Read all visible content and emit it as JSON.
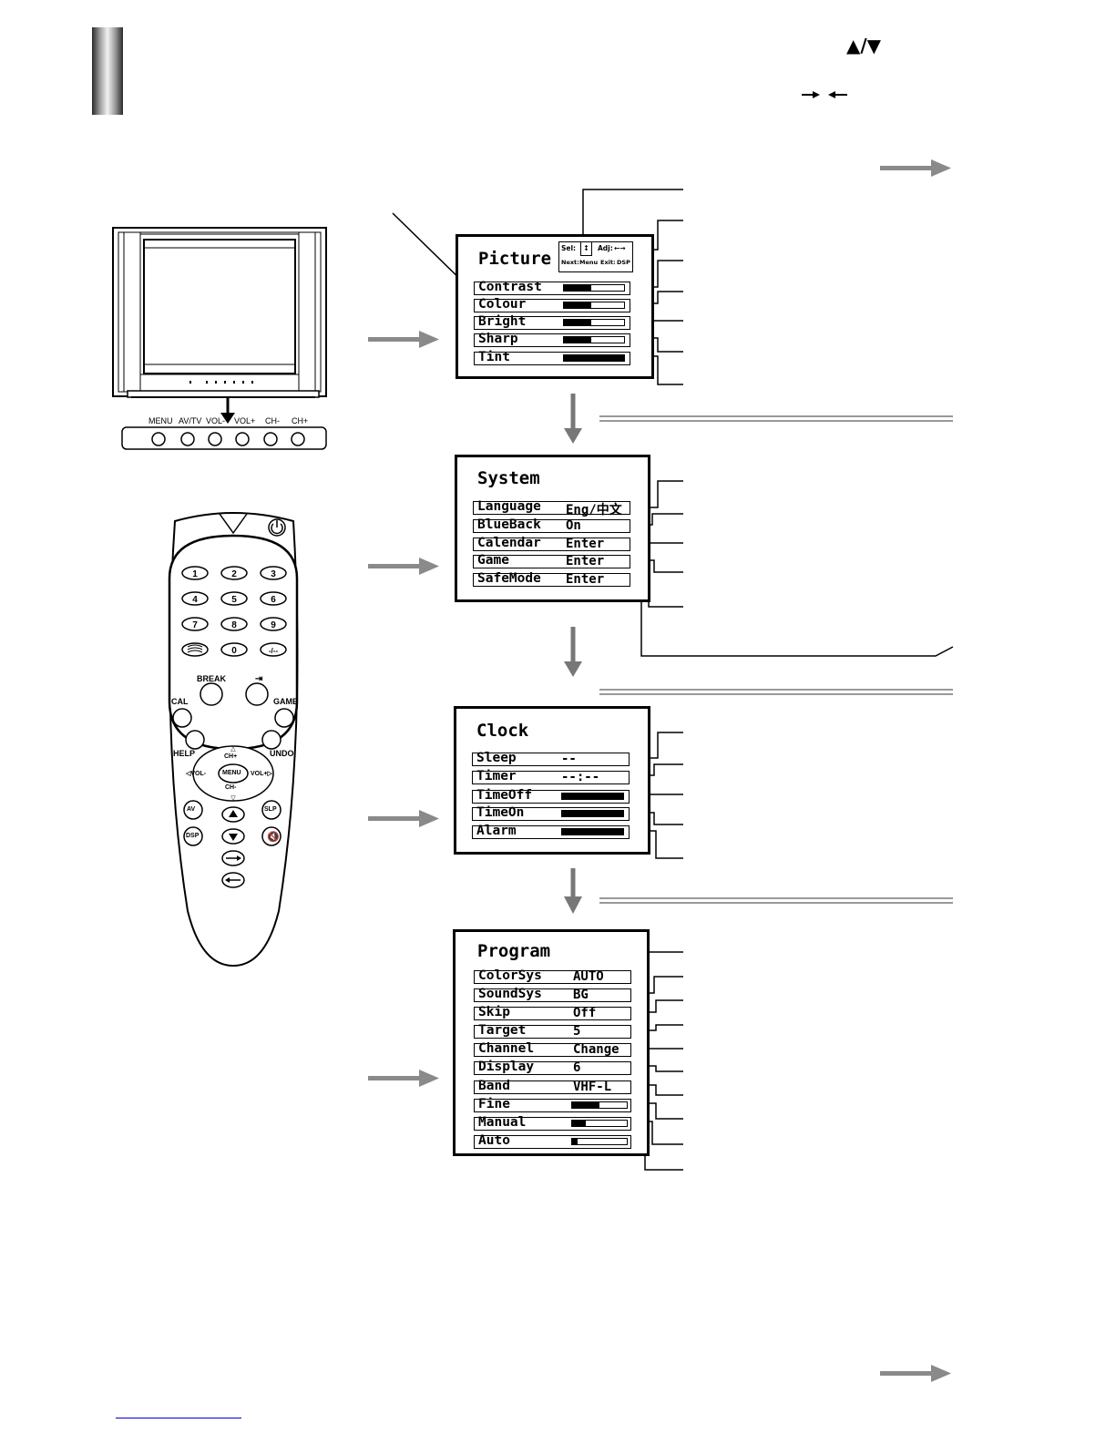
{
  "nav_keys": {
    "updown": "▲/▼"
  },
  "tv_panel": {
    "buttons": [
      "MENU",
      "AV/TV",
      "VOL-",
      "VOL+",
      "CH-",
      "CH+"
    ]
  },
  "remote": {
    "number_keys": [
      "1",
      "2",
      "3",
      "4",
      "5",
      "6",
      "7",
      "8",
      "9",
      "",
      "0",
      "-/--"
    ],
    "break_label": "BREAK",
    "call_label": "CAL",
    "game_label": "GAME",
    "help_label": "HELP",
    "undo_label": "UNDO",
    "ch_plus": "CH+",
    "ch_minus": "CH-",
    "vol_minus": "◁VOL-",
    "vol_plus": "VOL+▷",
    "menu": "MENU",
    "av": "AV",
    "slp": "SLP",
    "dsp": "DSP"
  },
  "picture_menu": {
    "title": "Picture",
    "hint_sel": "Sel:",
    "hint_adj": "Adj:",
    "hint_next": "Next:",
    "hint_menu": "Menu",
    "hint_exit": "Exit:",
    "hint_dsp": "DSP",
    "items": [
      {
        "label": "Contrast",
        "level": 0.45
      },
      {
        "label": "Colour",
        "level": 0.45
      },
      {
        "label": "Bright",
        "level": 0.45
      },
      {
        "label": "Sharp",
        "level": 0.45
      },
      {
        "label": "Tint",
        "level": 1.0
      }
    ]
  },
  "system_menu": {
    "title": "System",
    "items": [
      {
        "label": "Language",
        "value": "Eng/中文"
      },
      {
        "label": "BlueBack",
        "value": "On"
      },
      {
        "label": "Calendar",
        "value": "Enter"
      },
      {
        "label": "Game",
        "value": "Enter"
      },
      {
        "label": "SafeMode",
        "value": "Enter"
      }
    ]
  },
  "clock_menu": {
    "title": "Clock",
    "items": [
      {
        "label": "Sleep",
        "value": "--"
      },
      {
        "label": "Timer",
        "value": "--:--"
      },
      {
        "label": "TimeOff",
        "level": 1.0
      },
      {
        "label": "TimeOn",
        "level": 1.0
      },
      {
        "label": "Alarm",
        "level": 1.0
      }
    ]
  },
  "program_menu": {
    "title": "Program",
    "items": [
      {
        "label": "ColorSys",
        "value": "AUTO"
      },
      {
        "label": "SoundSys",
        "value": "BG"
      },
      {
        "label": "Skip",
        "value": "Off"
      },
      {
        "label": "Target",
        "value": "5"
      },
      {
        "label": "Channel",
        "value": "Change"
      },
      {
        "label": "Display",
        "value": "6"
      },
      {
        "label": "Band",
        "value": "VHF-L"
      },
      {
        "label": "Fine",
        "level": 0.5
      },
      {
        "label": "Manual",
        "level": 0.25
      },
      {
        "label": "Auto",
        "level": 0.1
      }
    ]
  }
}
